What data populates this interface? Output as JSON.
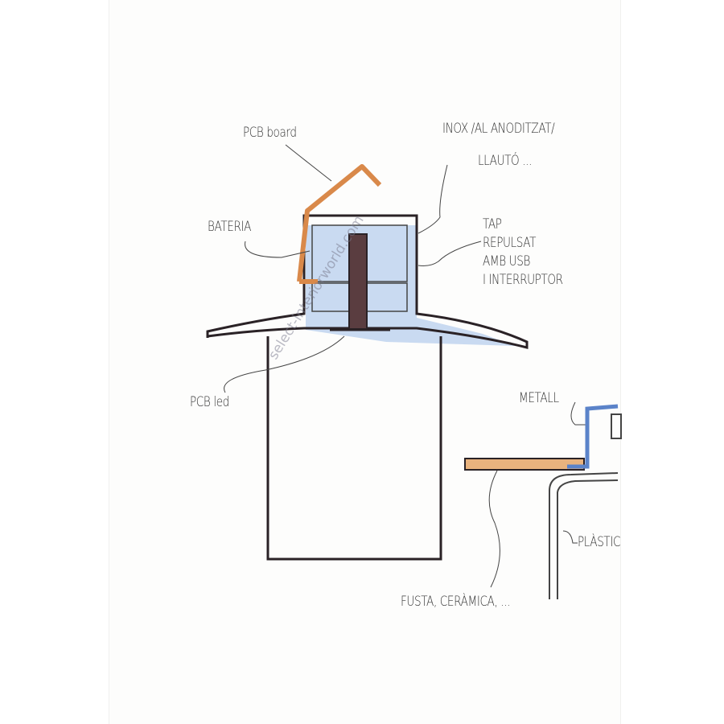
{
  "labels": {
    "pcb_board": "PCB board",
    "material_line1": "INOX /AL ANODITZAT/",
    "material_line2": "LLAUTÓ ...",
    "bateria": "BATERIA",
    "tap": [
      "TAP",
      "REPULSAT",
      "AMB USB",
      "I INTERRUPTOR"
    ],
    "pcb_led": "PCB led",
    "metall": "METALL",
    "plastic": "PLÀSTIC",
    "fusta": "FUSTA, CERÀMICA, ..."
  },
  "watermark": "select-interiorworld.com",
  "colors": {
    "copper": "#d9894a",
    "blue": "#5b83c9",
    "ink": "#2a2226",
    "wood": "#e9b37e"
  }
}
